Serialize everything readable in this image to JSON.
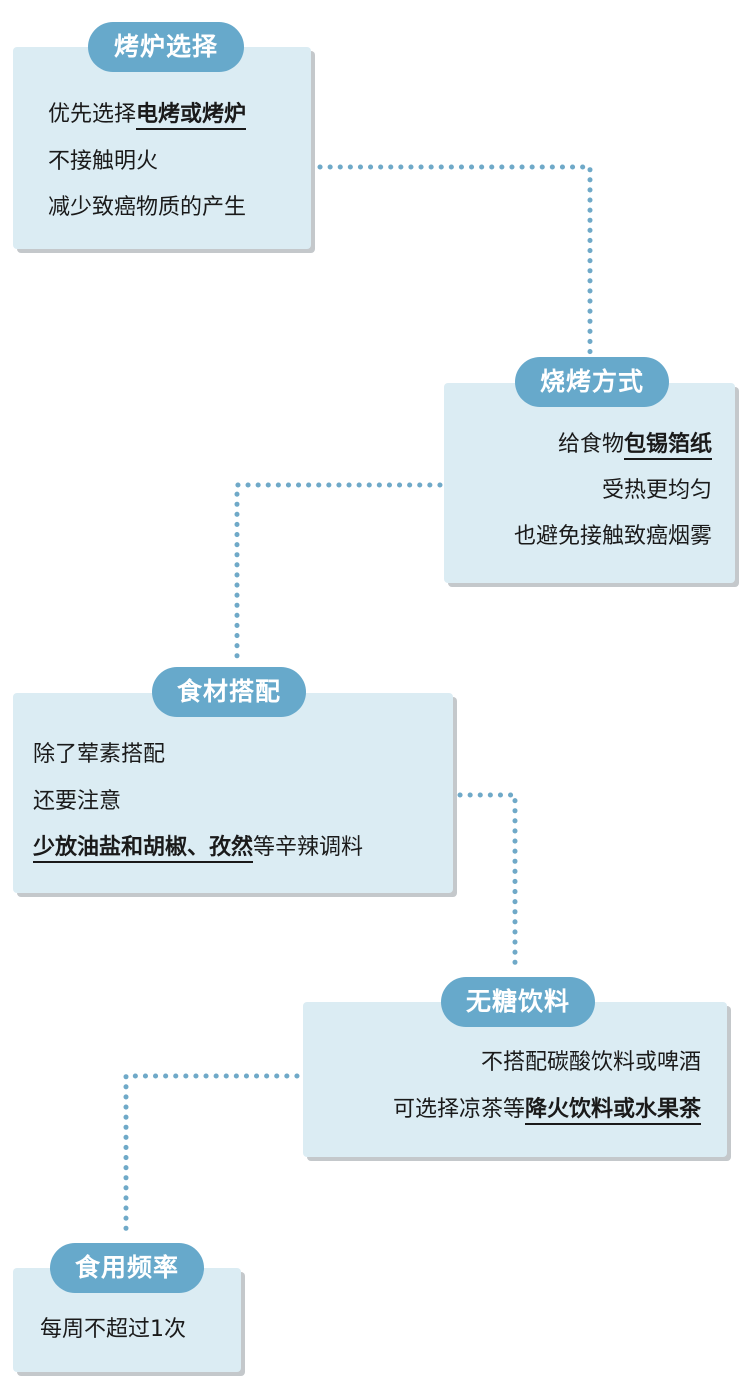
{
  "steps": [
    {
      "title": "烤炉选择",
      "lines": [
        {
          "pre": "优先选择",
          "hl": "电烤或烤炉",
          "post": ""
        },
        {
          "pre": "不接触明火",
          "hl": "",
          "post": ""
        },
        {
          "pre": "减少致癌物质的产生",
          "hl": "",
          "post": ""
        }
      ]
    },
    {
      "title": "烧烤方式",
      "lines": [
        {
          "pre": "给食物",
          "hl": "包锡箔纸",
          "post": ""
        },
        {
          "pre": "受热更均匀",
          "hl": "",
          "post": ""
        },
        {
          "pre": "也避免接触致癌烟雾",
          "hl": "",
          "post": ""
        }
      ]
    },
    {
      "title": "食材搭配",
      "lines": [
        {
          "pre": "除了荤素搭配",
          "hl": "",
          "post": ""
        },
        {
          "pre": "还要注意",
          "hl": "",
          "post": ""
        },
        {
          "pre": "",
          "hl": "少放油盐和胡椒、孜然",
          "post": "等辛辣调料"
        }
      ]
    },
    {
      "title": "无糖饮料",
      "lines": [
        {
          "pre": "不搭配碳酸饮料或啤酒",
          "hl": "",
          "post": ""
        },
        {
          "pre": "可选择凉茶等",
          "hl": "降火饮料或水果茶",
          "post": ""
        }
      ]
    },
    {
      "title": "食用频率",
      "lines": [
        {
          "pre": "每周不超过1次",
          "hl": "",
          "post": ""
        }
      ]
    }
  ],
  "colors": {
    "card_bg": "#dbecf3",
    "tag_bg": "#67a9cb",
    "connector": "#6fa9c8",
    "shadow": "#c4c8cb"
  }
}
